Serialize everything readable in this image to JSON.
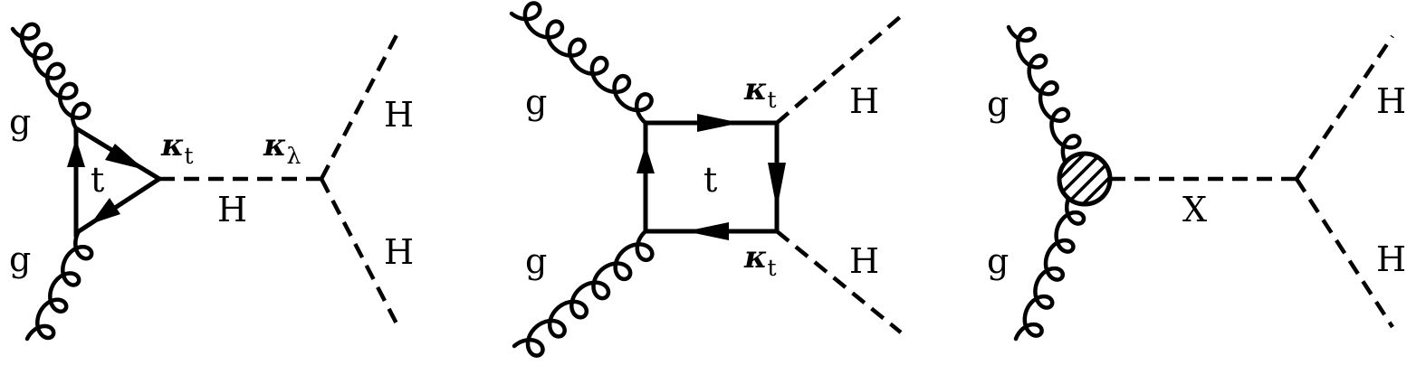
{
  "diagrams": [
    {
      "name": "triangle",
      "labels": {
        "gluon_top": "g",
        "gluon_bottom": "g",
        "loop_quark": "t",
        "coupling_top": {
          "symbol": "κ",
          "sub": "t"
        },
        "coupling_self": {
          "symbol": "κ",
          "sub": "λ"
        },
        "propagator": "H",
        "higgs_out_top": "H",
        "higgs_out_bottom": "H"
      }
    },
    {
      "name": "box",
      "labels": {
        "gluon_top": "g",
        "gluon_bottom": "g",
        "loop_quark": "t",
        "coupling_top": {
          "symbol": "κ",
          "sub": "t"
        },
        "coupling_bottom": {
          "symbol": "κ",
          "sub": "t"
        },
        "higgs_out_top": "H",
        "higgs_out_bottom": "H"
      }
    },
    {
      "name": "resonance",
      "labels": {
        "gluon_top": "g",
        "gluon_bottom": "g",
        "propagator": "X",
        "higgs_out_top": "H",
        "higgs_out_bottom": "H"
      }
    }
  ]
}
